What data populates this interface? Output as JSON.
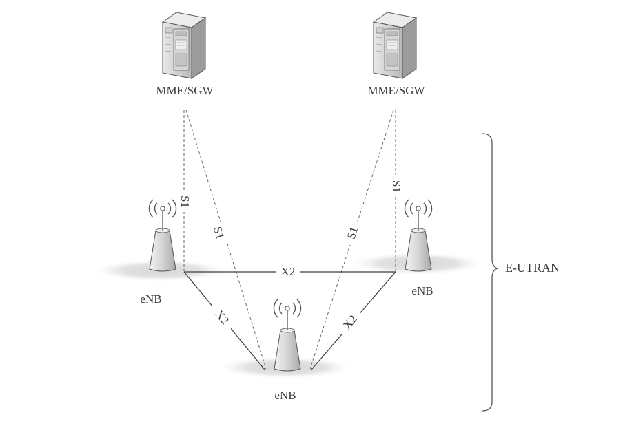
{
  "diagram": {
    "nodes": {
      "mme_left": "MME/SGW",
      "mme_right": "MME/SGW",
      "enb_left": "eNB",
      "enb_right": "eNB",
      "enb_bottom": "eNB"
    },
    "links": {
      "s1_left_vertical": "S1",
      "s1_left_diagonal": "S1",
      "s1_right_diagonal": "S1",
      "s1_right_vertical": "S1",
      "x2_top": "X2",
      "x2_left": "X2",
      "x2_right": "X2"
    },
    "group_label": "E-UTRAN",
    "icons": {
      "server": "server-icon",
      "antenna": "antenna-icon"
    }
  }
}
